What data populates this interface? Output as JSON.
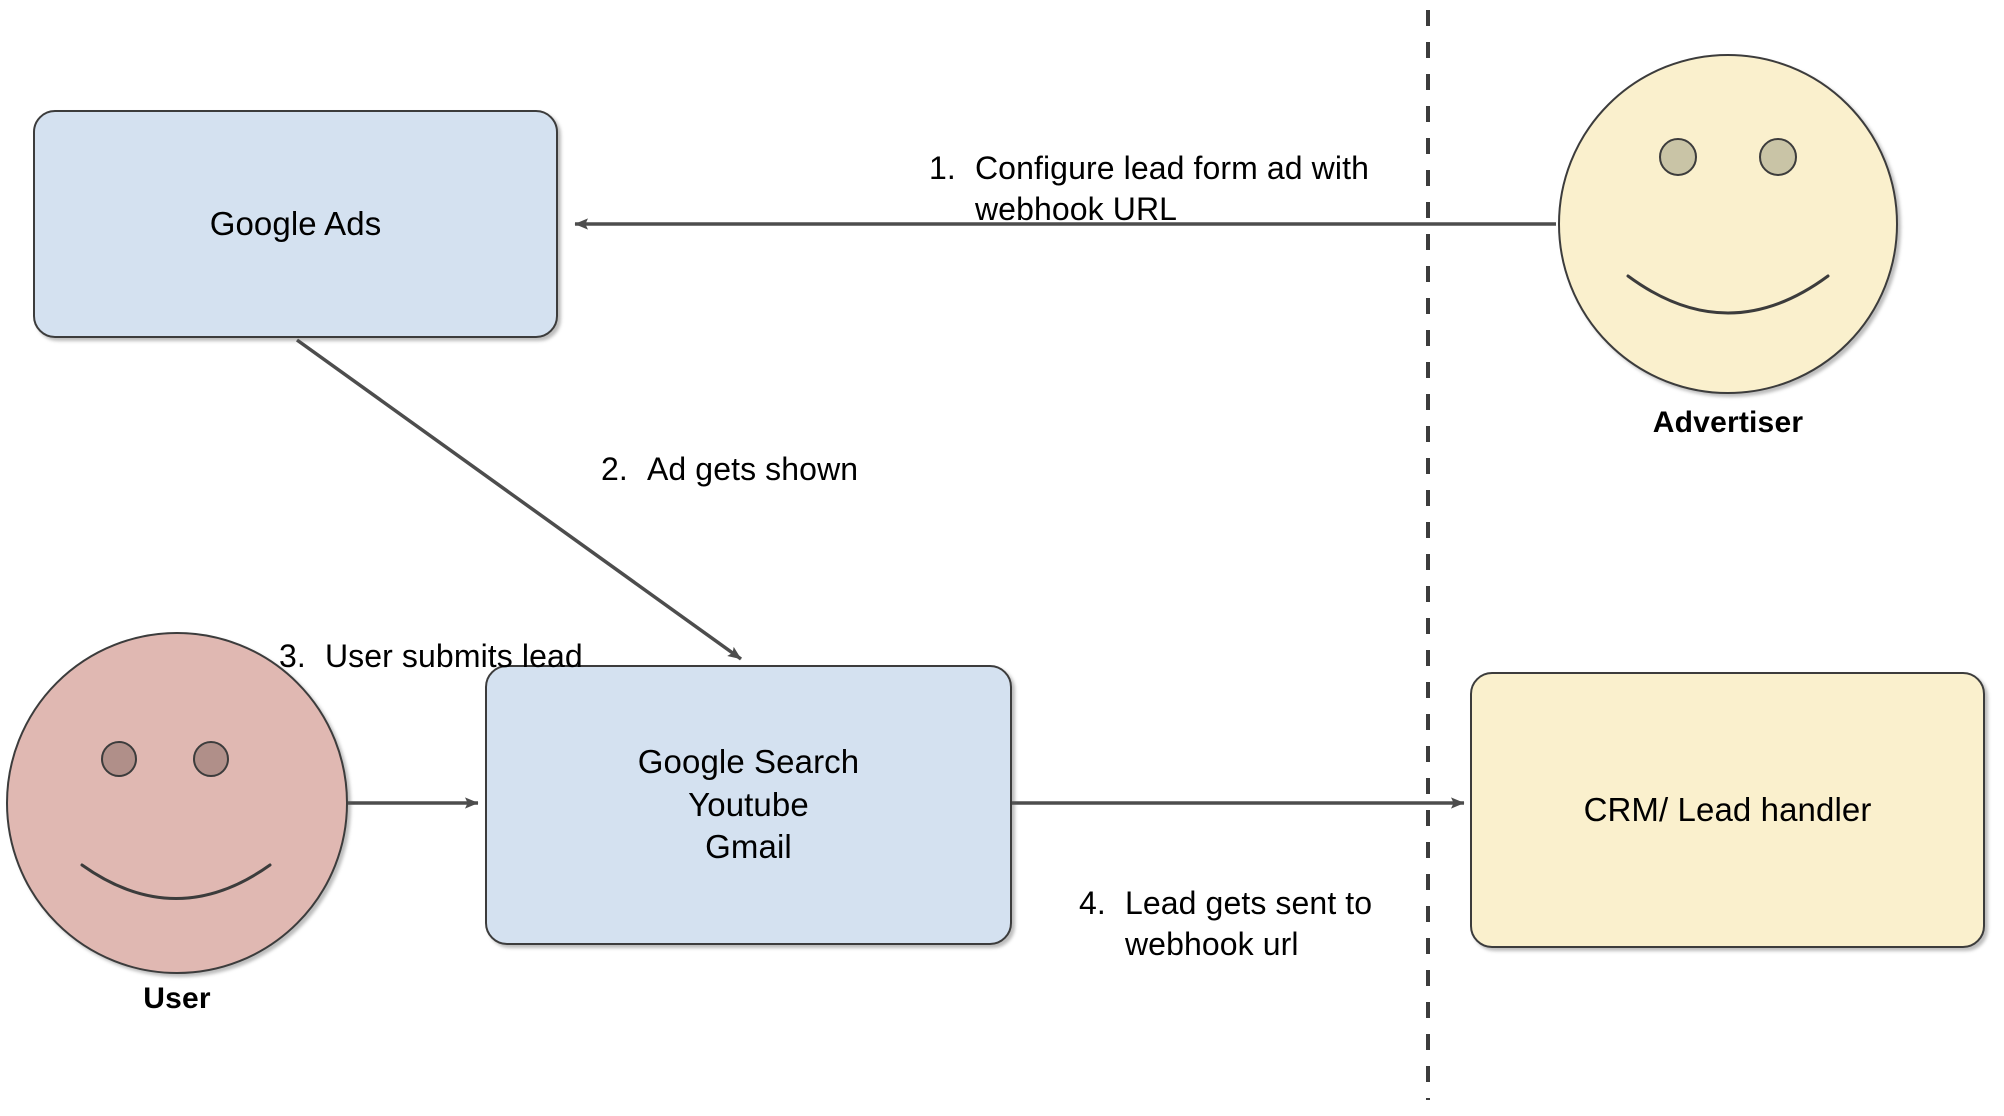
{
  "diagram": {
    "title": "Google Ads lead form webhook flow",
    "colors": {
      "box_blue_fill": "#d4e1f0",
      "box_cream_fill": "#faf0cd",
      "actor_user_fill": "#e0b8b2",
      "actor_user_eye": "#b08f89",
      "actor_advertiser_fill": "#faf0cd",
      "actor_advertiser_eye": "#c9c4a6",
      "stroke": "#3c3c3c",
      "arrow": "#4d4d4d",
      "background": "#ffffff"
    },
    "nodes": {
      "google_ads": {
        "label": "Google Ads"
      },
      "google_properties": {
        "label": "Google Search\nYoutube\nGmail"
      },
      "crm": {
        "label": "CRM/ Lead handler"
      },
      "advertiser": {
        "name": "Advertiser",
        "icon": "smiley-face-icon"
      },
      "user": {
        "name": "User",
        "icon": "smiley-face-icon"
      }
    },
    "edges": [
      {
        "id": "step-1",
        "number": "1.",
        "text": "Configure lead form ad with\nwebhook URL",
        "from": "advertiser",
        "to": "google_ads"
      },
      {
        "id": "step-2",
        "number": "2.",
        "text": "Ad gets shown",
        "from": "google_ads",
        "to": "google_properties"
      },
      {
        "id": "step-3",
        "number": "3.",
        "text": "User submits lead",
        "from": "user",
        "to": "google_properties"
      },
      {
        "id": "step-4",
        "number": "4.",
        "text": "Lead gets sent to\nwebhook url",
        "from": "google_properties",
        "to": "crm"
      }
    ],
    "divider": {
      "style": "dashed",
      "orientation": "vertical"
    }
  }
}
